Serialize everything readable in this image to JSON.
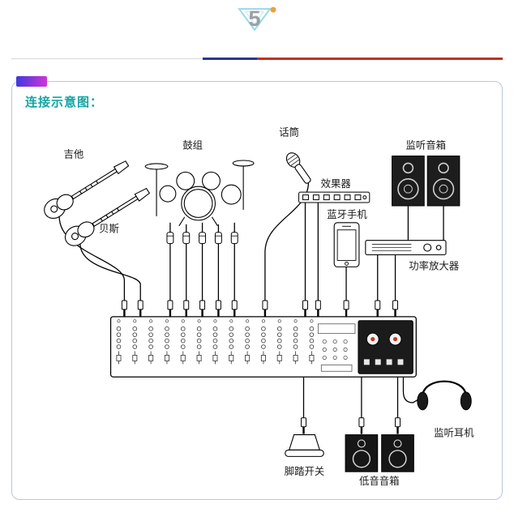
{
  "header": {
    "step_number": "5"
  },
  "panel": {
    "title": "连接示意图："
  },
  "diagram": {
    "labels": {
      "guitar": "吉他",
      "bass": "贝斯",
      "drum_kit": "鼓组",
      "microphone": "话筒",
      "effects_unit": "效果器",
      "bluetooth_phone": "蓝牙手机",
      "monitor_speakers": "监听音箱",
      "power_amplifier": "功率放大器",
      "monitor_headphones": "监听耳机",
      "footswitch": "脚踏开关",
      "subwoofer": "低音音箱"
    }
  },
  "colors": {
    "title_teal": "#14a5a5",
    "panel_border": "#bac7de",
    "divider_gray": "#d9d9d9",
    "divider_blue": "#2b3590",
    "divider_red": "#c03028",
    "badge_outline_blue": "#9ed9ea",
    "badge_number_gray": "#9aa0a8",
    "badge_dot_orange": "#f0a02e",
    "corner_gradient_start": "#4038e0",
    "corner_gradient_end": "#d035d8"
  }
}
